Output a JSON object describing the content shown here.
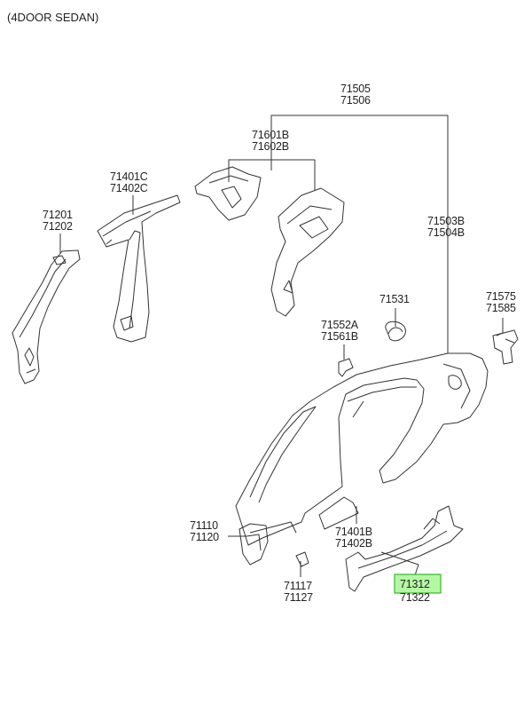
{
  "title": "(4DOOR SEDAN)",
  "callouts": {
    "c71505": {
      "line1": "71505",
      "line2": "71506"
    },
    "c71601": {
      "line1": "71601B",
      "line2": "71602B"
    },
    "c71401c": {
      "line1": "71401C",
      "line2": "71402C"
    },
    "c71201": {
      "line1": "71201",
      "line2": "71202"
    },
    "c71503": {
      "line1": "71503B",
      "line2": "71504B"
    },
    "c71531": {
      "line1": "71531",
      "line2": ""
    },
    "c71575": {
      "line1": "71575",
      "line2": "71585"
    },
    "c71552": {
      "line1": "71552A",
      "line2": "71561B"
    },
    "c71110": {
      "line1": "71110",
      "line2": "71120"
    },
    "c71401b": {
      "line1": "71401B",
      "line2": "71402B"
    },
    "c71117": {
      "line1": "71117",
      "line2": "71127"
    },
    "c71312": {
      "line1": "71312",
      "line2": "71322"
    }
  },
  "highlight": {
    "part": "71312",
    "fill": "#b6f7a6",
    "stroke": "#35b829"
  }
}
